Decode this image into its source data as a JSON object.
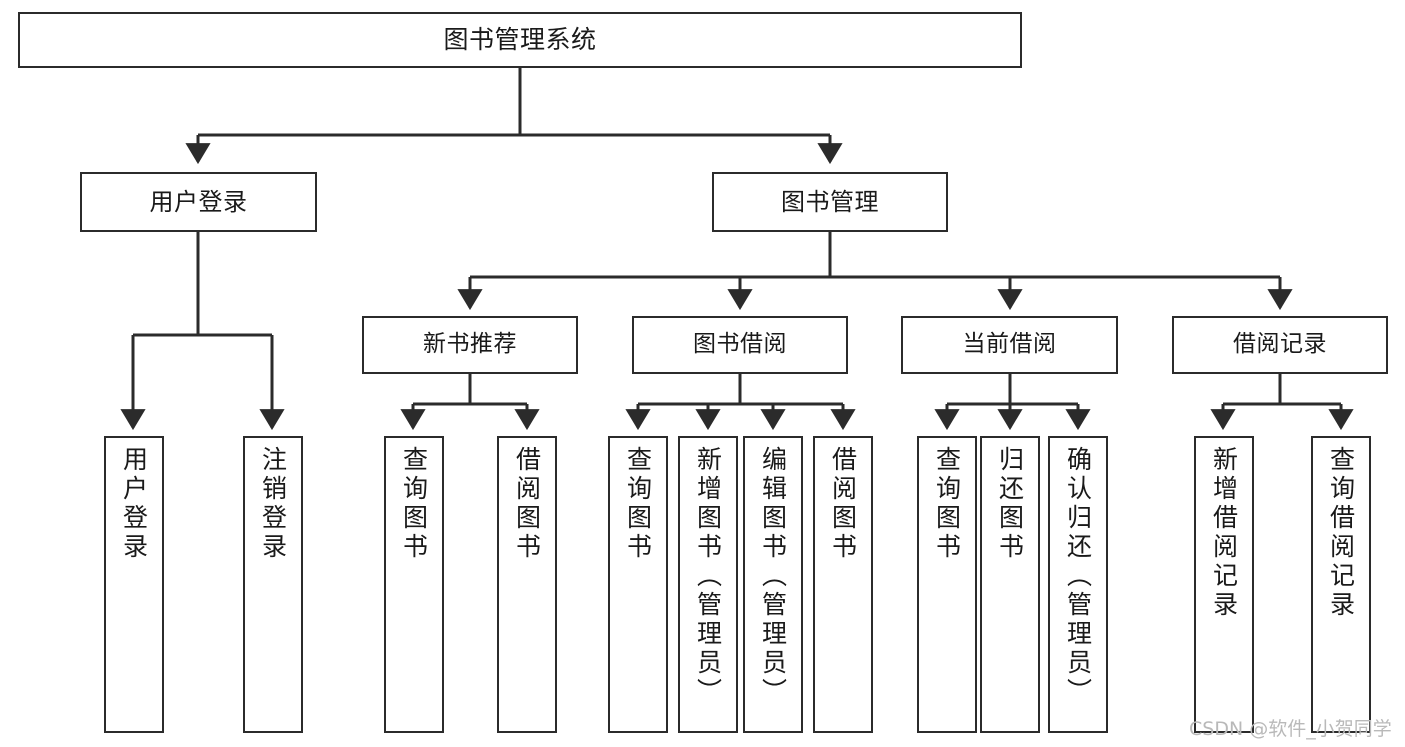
{
  "diagram": {
    "title": "图书管理系统",
    "watermark": "CSDN @软件_小贺同学",
    "colors": {
      "stroke": "#2b2b2b",
      "fill": "#ffffff",
      "text": "#1a1a1a",
      "watermark": "#b9b9b9"
    },
    "root": {
      "label": "图书管理系统"
    },
    "level1": [
      {
        "label": "用户登录"
      },
      {
        "label": "图书管理"
      }
    ],
    "level2": [
      {
        "label": "新书推荐"
      },
      {
        "label": "图书借阅"
      },
      {
        "label": "当前借阅"
      },
      {
        "label": "借阅记录"
      }
    ],
    "leaves": {
      "user_login": [
        {
          "label": "用户登录"
        },
        {
          "label": "注销登录"
        }
      ],
      "new_book": [
        {
          "label": "查询图书"
        },
        {
          "label": "借阅图书"
        }
      ],
      "borrow_book": [
        {
          "label": "查询图书"
        },
        {
          "label": "新增图书（管理员）"
        },
        {
          "label": "编辑图书（管理员）"
        },
        {
          "label": "借阅图书"
        }
      ],
      "current_borrow": [
        {
          "label": "查询图书"
        },
        {
          "label": "归还图书"
        },
        {
          "label": "确认归还（管理员）"
        }
      ],
      "borrow_record": [
        {
          "label": "新增借阅记录"
        },
        {
          "label": "查询借阅记录"
        }
      ]
    }
  }
}
